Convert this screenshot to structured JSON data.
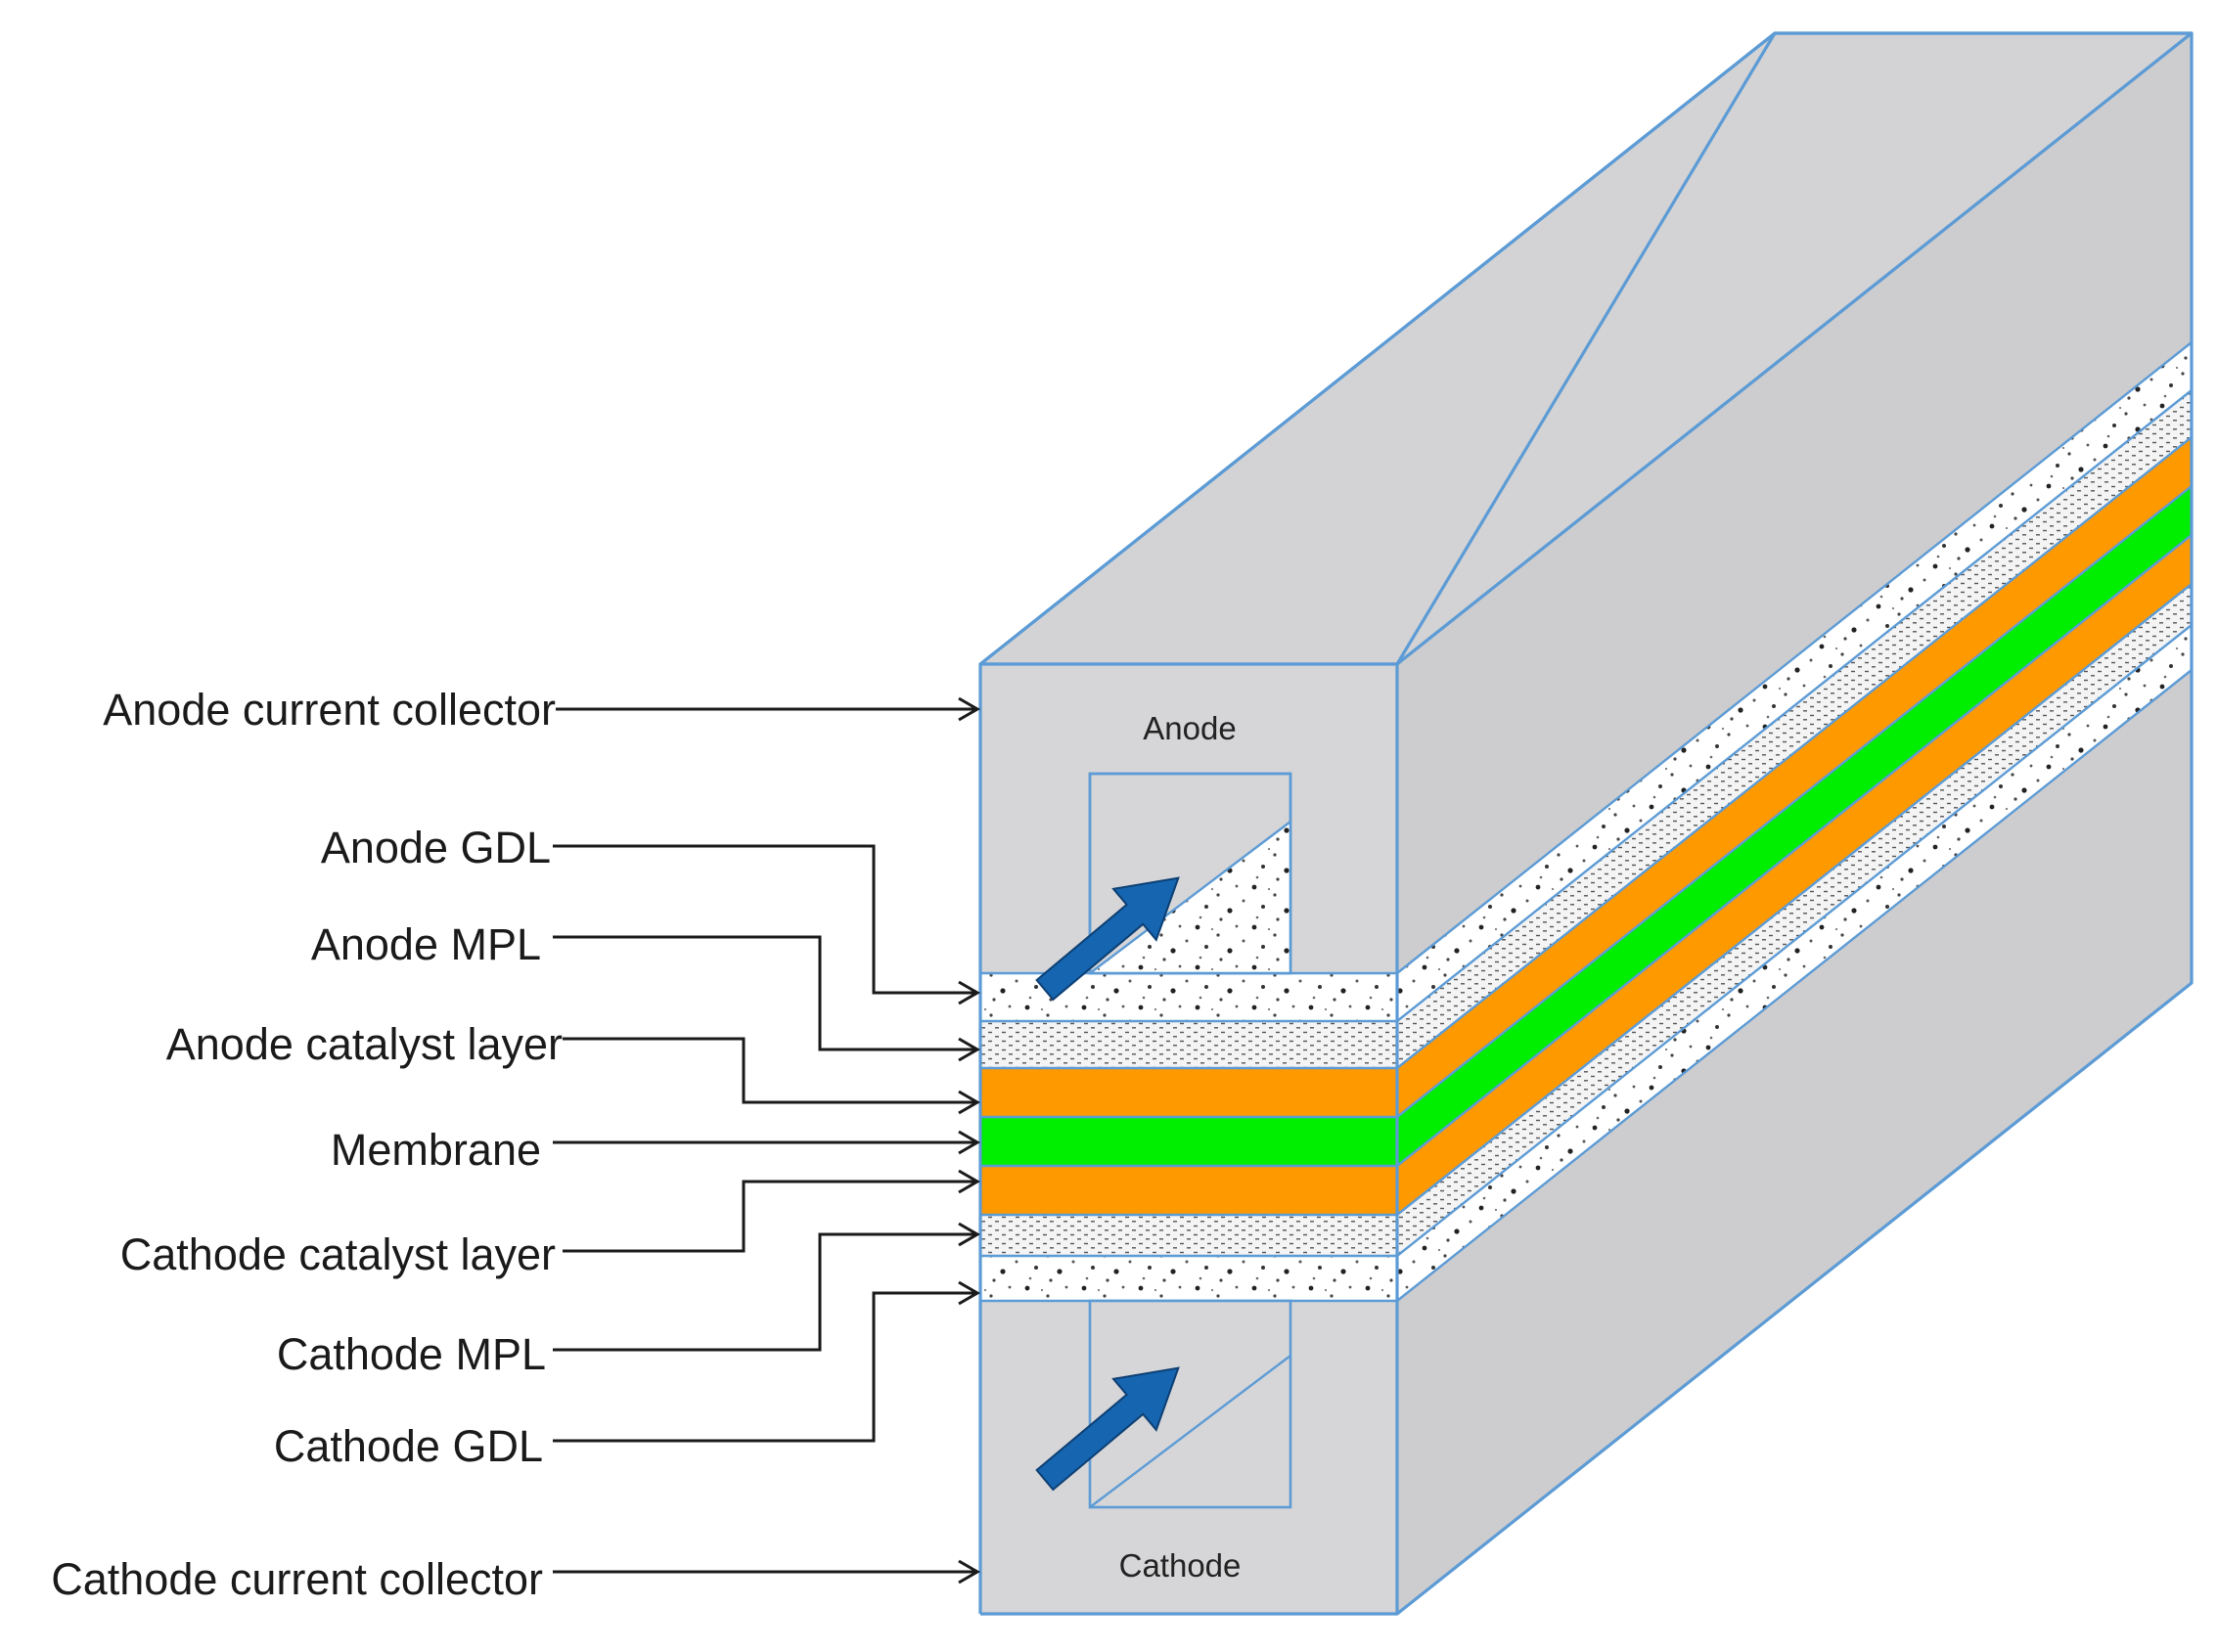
{
  "labels": {
    "anode_current_collector": "Anode current collector",
    "anode_gdl": "Anode GDL",
    "anode_mpl": "Anode MPL",
    "anode_catalyst_layer": "Anode catalyst layer",
    "membrane": "Membrane",
    "cathode_catalyst_layer": "Cathode catalyst layer",
    "cathode_mpl": "Cathode MPL",
    "cathode_gdl": "Cathode GDL",
    "cathode_current_collector": "Cathode current collector"
  },
  "channels": {
    "anode": "Anode",
    "cathode": "Cathode"
  },
  "colors": {
    "collector": "#d6d6d8",
    "collector_dark": "#cbcbcd",
    "edge": "#5c9bd5",
    "catalyst": "#ff9900",
    "membrane": "#00ee00",
    "gdl": "#ffffff",
    "mpl_dots": "#333333",
    "flow_arrow": "#1565b0"
  },
  "icons": {
    "flow_arrow": "arrow-up-right-icon"
  }
}
